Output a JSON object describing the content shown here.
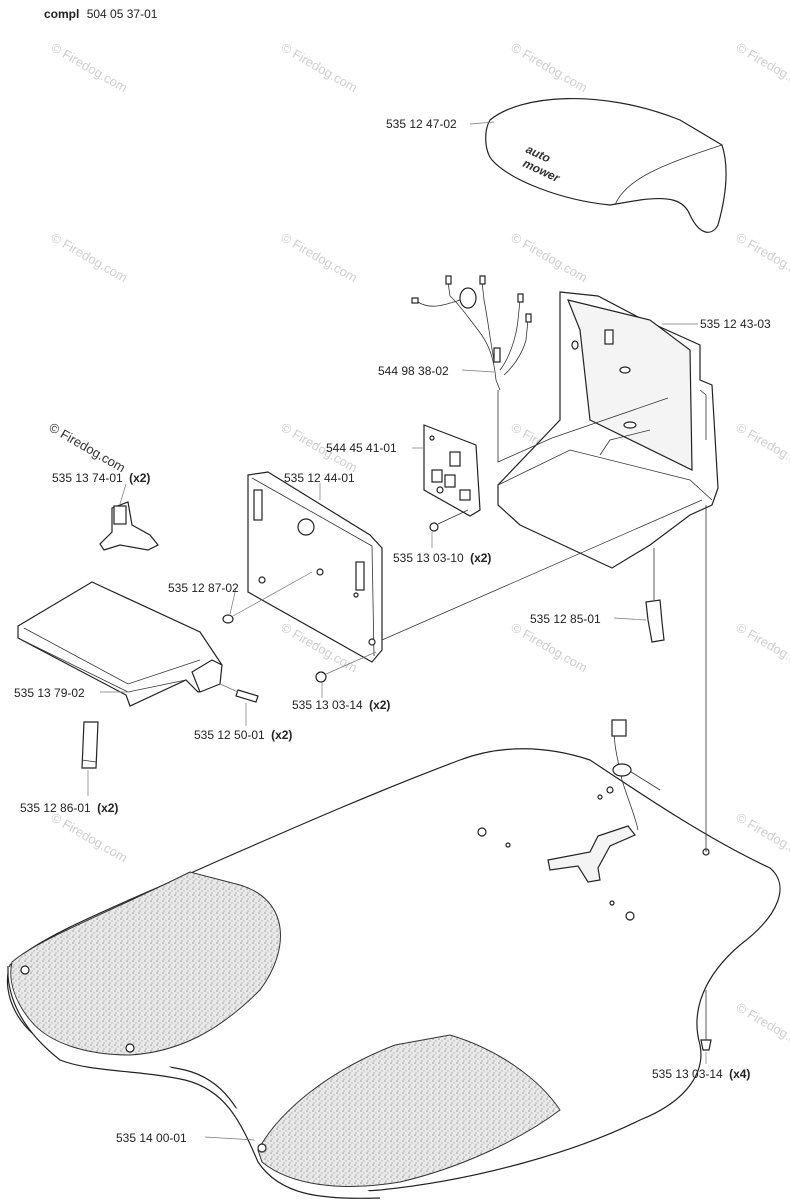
{
  "header": {
    "prefix": "compl",
    "number": "504 05 37-01"
  },
  "watermark": "© Firedog.com",
  "parts": [
    {
      "number": "535 12 47-02",
      "qty": ""
    },
    {
      "number": "535 12 43-03",
      "qty": ""
    },
    {
      "number": "544 98 38-02",
      "qty": ""
    },
    {
      "number": "544 45 41-01",
      "qty": ""
    },
    {
      "number": "535 13 74-01",
      "qty": "(x2)"
    },
    {
      "number": "535 12 44-01",
      "qty": ""
    },
    {
      "number": "535 13 03-10",
      "qty": "(x2)"
    },
    {
      "number": "535 12 87-02",
      "qty": ""
    },
    {
      "number": "535 12 85-01",
      "qty": ""
    },
    {
      "number": "535 13 79-02",
      "qty": ""
    },
    {
      "number": "535 13 03-14",
      "qty": "(x2)"
    },
    {
      "number": "535 12 50-01",
      "qty": "(x2)"
    },
    {
      "number": "535 12 86-01",
      "qty": "(x2)"
    },
    {
      "number": "535 13 03-14",
      "qty": "(x4)"
    },
    {
      "number": "535 14 00-01",
      "qty": ""
    }
  ],
  "cover_logo": {
    "line1": "auto",
    "line2": "mower"
  }
}
